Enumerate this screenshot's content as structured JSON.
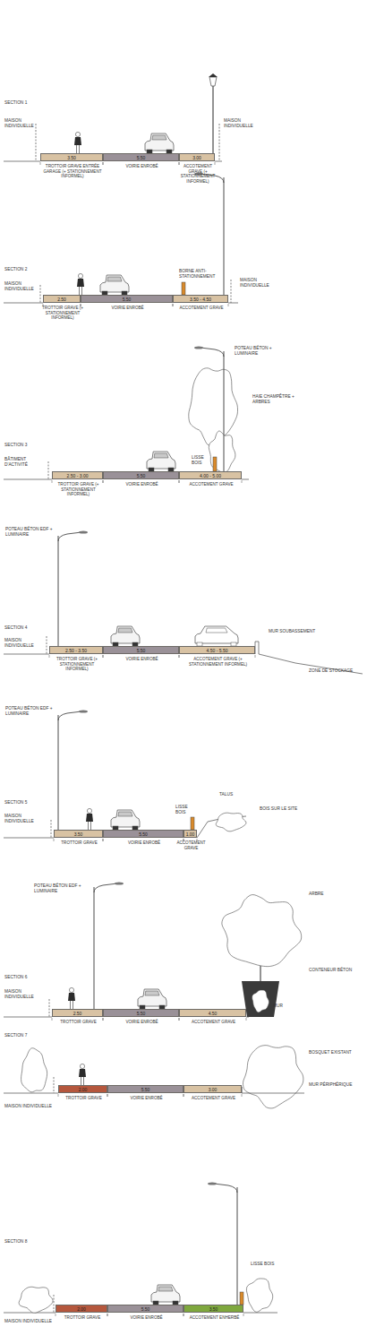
{
  "diagram": {
    "nodes": [
      {
        "text": [
          "3.50",
          "TROTTOIR GRAVE ENTRÉE GARAGE (+ STATIONNEMENT INFORMEL)"
        ]
      },
      {
        "text": [
          "5.50",
          "VOIRIE ENROBÉ"
        ]
      },
      {
        "text": [
          "3.00",
          "ACCOTEMENT GRAVE (+ STATIONNEMENT INFORMEL)"
        ]
      },
      {
        "text": [
          "2.50",
          "TROTTOIR GRAVE (+ STATIONNEMENT INFORMEL)"
        ]
      },
      {
        "text": [
          "5.50",
          "VOIRIE ENROBÉ"
        ]
      },
      {
        "text": [
          "3.50 - 4.50",
          "ACCOTEMENT GRAVE"
        ]
      },
      {
        "text": [
          "2.50 - 3.00",
          "TROTTOIR GRAVE (+ STATIONNEMENT INFORMEL)"
        ]
      },
      {
        "text": [
          "5.50",
          "VOIRIE ENROBÉ"
        ]
      },
      {
        "text": [
          "4.00 - 5.00",
          "ACCOTEMENT GRAVE"
        ]
      },
      {
        "text": [
          "2.50 - 3.50",
          "TROTTOIR GRAVE (+ STATIONNEMENT INFORMEL)"
        ]
      },
      {
        "text": [
          "5.50",
          "VOIRIE ENROBÉ"
        ]
      },
      {
        "text": [
          "4.50 - 5.50",
          "ACCOTEMENT GRAVE (+ STATIONNEMENT INFORMEL)"
        ]
      },
      {
        "text": [
          "3.50",
          "TROTTOIR GRAVE"
        ]
      },
      {
        "text": [
          "5.50",
          "VOIRIE ENROBÉ"
        ]
      },
      {
        "text": [
          "1.00",
          "ACCOTEMENT GRAVE"
        ]
      },
      {
        "text": [
          "2.50",
          "TROTTOIR GRAVE"
        ]
      },
      {
        "text": [
          "5.50",
          "VOIRIE ENROBÉ"
        ]
      },
      {
        "text": [
          "4.50",
          "ACCOTEMENT GRAVE"
        ]
      },
      {
        "text": [
          "2.00",
          "TROTTOIR GRAVE"
        ]
      },
      {
        "text": [
          "5.50",
          "VOIRIE ENROBÉ"
        ]
      },
      {
        "text": [
          "3.00",
          "ACCOTEMENT GRAVE"
        ]
      },
      {
        "text": [
          "2.00",
          "TROTTOIR GRAVE"
        ]
      },
      {
        "text": [
          "5.50",
          "VOIRIE ENROBÉ"
        ]
      },
      {
        "text": [
          "3.50",
          "ACCOTEMENT ENHERBÉ"
        ]
      }
    ],
    "labels": [
      "SECTION 1",
      "MAISON INDIVIDUELLE",
      "MAISON INDIVIDUELLE",
      "SECTION 2",
      "MAISON INDIVIDUELLE",
      "BORNE ANTI-STATIONNEMENT",
      "MAISON INDIVIDUELLE",
      "SECTION 3",
      "BÂTIMENT D'ACTIVITÉ",
      "POTEAU BÉTON + LUMINAIRE",
      "HAIE CHAMPÊTRE + ARBRES",
      "LISSE BOIS",
      "POTEAU BÉTON EDF + LUMINAIRE",
      "SECTION 4",
      "MAISON INDIVIDUELLE",
      "MUR SOUBASSEMENT",
      "ZONE DE STOCKAGE",
      "POTEAU BÉTON EDF + LUMINAIRE",
      "SECTION 5",
      "MAISON INDIVIDUELLE",
      "TALUS",
      "LISSE BOIS",
      "BOIS SUR LE SITE",
      "POTEAU BÉTON EDF + LUMINAIRE",
      "SECTION 6",
      "MAISON INDIVIDUELLE",
      "ARBRE",
      "CONTENEUR BÉTON",
      "MUR",
      "SECTION 7",
      "MAISON INDIVIDUELLE",
      "BOSQUET EXISTANT",
      "MUR PÉRIPHÉRIQUE",
      "SECTION 8",
      "MAISON INDIVIDUELLE",
      "LISSE BOIS"
    ]
  }
}
